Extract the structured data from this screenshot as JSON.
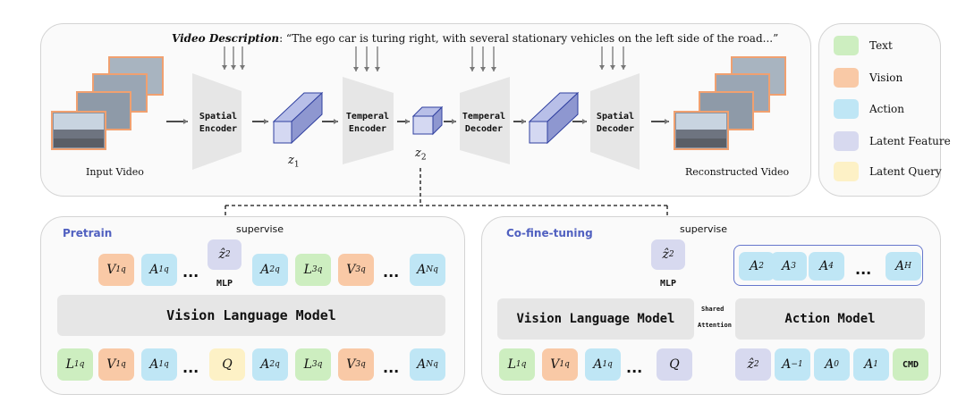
{
  "top": {
    "description_label": "Video Description",
    "description_text": ": “The ego car is turing right, with several stationary vehicles on the left side of the road...”",
    "input_video": "Input Video",
    "reconstructed_video": "Reconstructed Video",
    "spatial_encoder": [
      "Spatial",
      "Encoder"
    ],
    "temporal_encoder": [
      "Temperal",
      "Encoder"
    ],
    "temporal_decoder": [
      "Temperal",
      "Decoder"
    ],
    "spatial_decoder": [
      "Spatial",
      "Decoder"
    ],
    "z1": "z",
    "z1_sub": "1",
    "z2": "z",
    "z2_sub": "2"
  },
  "legend": {
    "items": [
      {
        "label": "Text",
        "color": "#cdeec0"
      },
      {
        "label": "Vision",
        "color": "#f9c9a6"
      },
      {
        "label": "Action",
        "color": "#bfe6f5"
      },
      {
        "label": "Latent Feature",
        "color": "#d7d9ef"
      },
      {
        "label": "Latent Query",
        "color": "#fdf1c6"
      }
    ]
  },
  "pretrain": {
    "title": "Pretrain",
    "supervise": "supervise",
    "mlp": "MLP",
    "vlm": "Vision Language Model",
    "ellipsis": "..."
  },
  "cofinetune": {
    "title": "Co-fine-tuning",
    "supervise": "supervise",
    "mlp": "MLP",
    "vlm": "Vision Language Model",
    "action_model": "Action Model",
    "shared": "Shared",
    "attention": "Attention",
    "ellipsis": "...",
    "cmd": "CMD"
  },
  "colors": {
    "text": "#cdeec0",
    "vision": "#f9c9a6",
    "action": "#bfe6f5",
    "latent_feature": "#d7d9ef",
    "latent_query": "#fdf1c6",
    "title_blue": "#5060c0"
  }
}
